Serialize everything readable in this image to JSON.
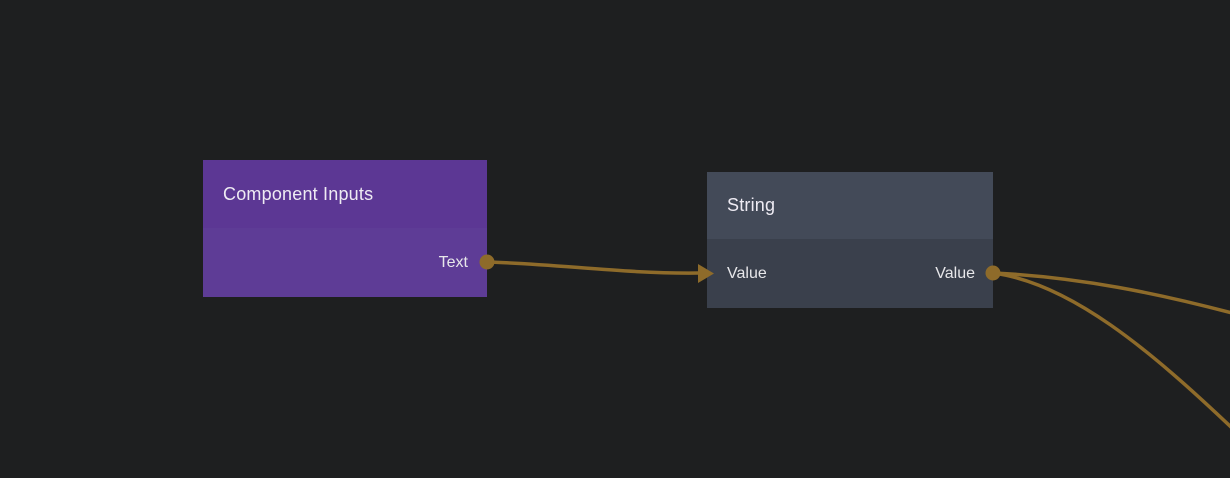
{
  "colors": {
    "canvas_background": "#1e1f20",
    "wire": "#8e6b2a",
    "port": "#8e6b2a",
    "purple_node_header": "#5c3794",
    "purple_node_body": "#5e3c96",
    "slate_node_header": "#434a58",
    "slate_node_body": "#3a404c",
    "title_text": "#eeebf3",
    "label_text": "#e7e7ea"
  },
  "nodes": [
    {
      "title": "Component Inputs",
      "inputs": [],
      "outputs": [
        {
          "label": "Text"
        }
      ]
    },
    {
      "title": "String",
      "inputs": [
        {
          "label": "Value"
        }
      ],
      "outputs": [
        {
          "label": "Value"
        }
      ]
    }
  ],
  "wires": [
    {
      "from": "Component Inputs.Text",
      "to": "String.Value"
    },
    {
      "from": "String.Value",
      "to": "offscreen-right-upper"
    },
    {
      "from": "String.Value",
      "to": "offscreen-right-lower"
    }
  ]
}
